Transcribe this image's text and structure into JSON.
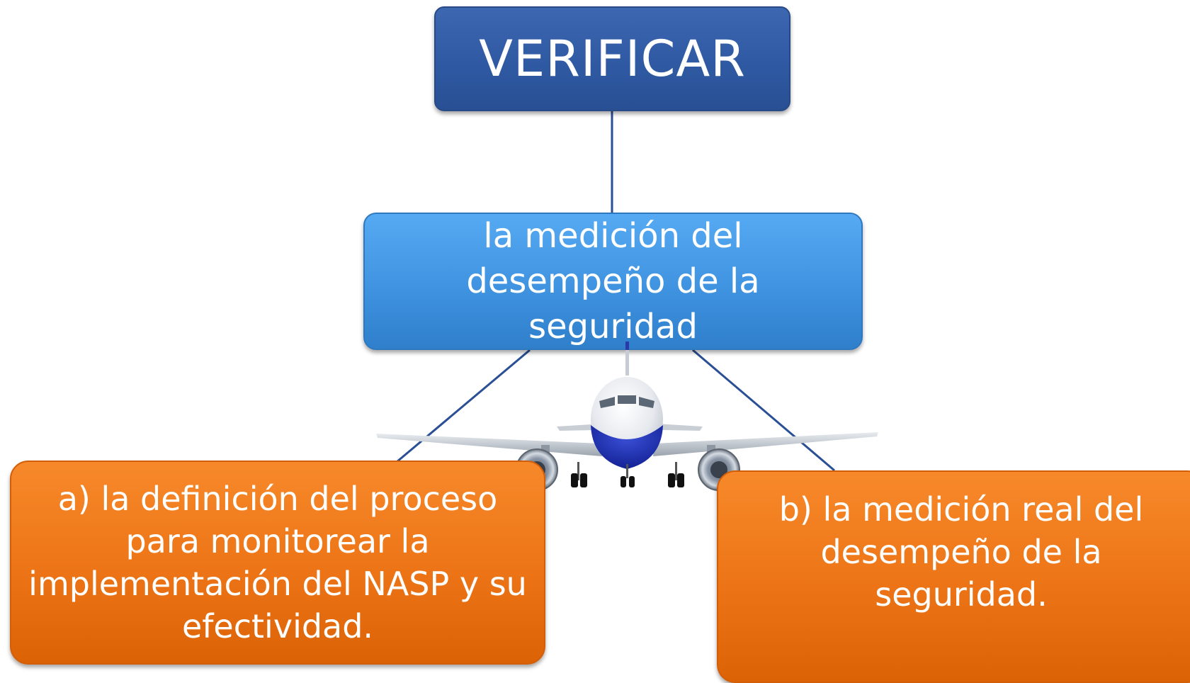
{
  "diagram": {
    "top_node": {
      "label": "VERIFICAR"
    },
    "middle_node": {
      "label": "la medición del desempeño de la seguridad"
    },
    "left_node": {
      "label": "a) la definición del proceso para monitorear la implementación del NASP y su efectividad."
    },
    "right_node": {
      "label": "b) la medición real del desempeño de la seguridad."
    }
  },
  "colors": {
    "top_node": "#3060a8",
    "middle_node": "#4599e6",
    "child_nodes": "#f07a1c",
    "connector": "#2a4f94"
  },
  "illustration": {
    "icon": "airplane-icon"
  }
}
